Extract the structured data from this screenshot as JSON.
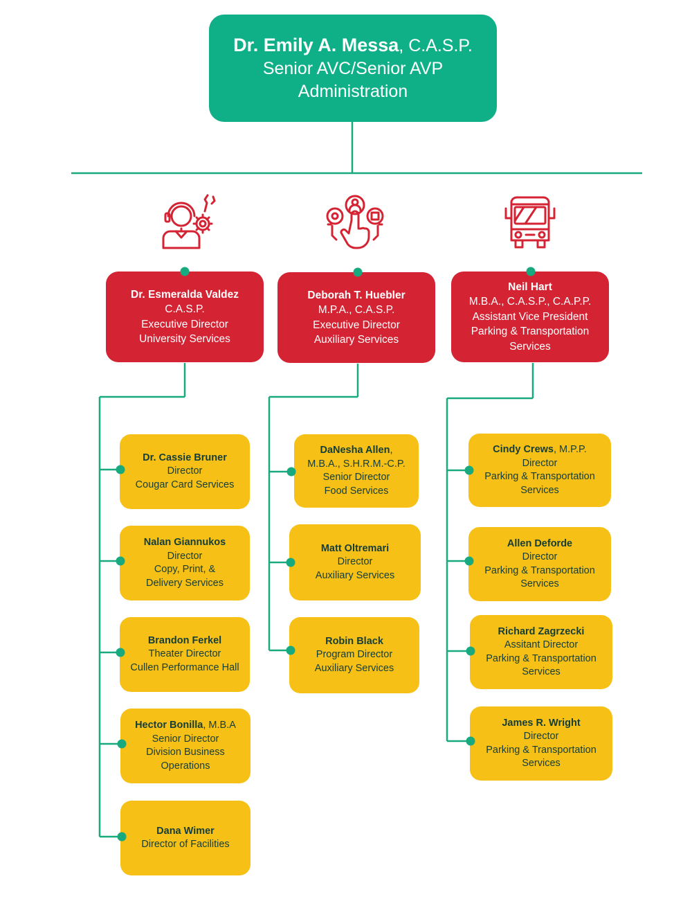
{
  "colors": {
    "green": "#0fb088",
    "red": "#d42333",
    "yellow": "#f6c016",
    "dark_text": "#153d37",
    "line": "#18a97f"
  },
  "top": {
    "name": "Dr. Emily A. Messa",
    "credentials": ", C.A.S.P.",
    "title": "Senior AVC/Senior AVP",
    "department": "Administration"
  },
  "columns": [
    {
      "icon": "support-technician-gear-icon",
      "head": {
        "name": "Dr. Esmeralda Valdez",
        "lines": [
          "C.A.S.P.",
          "Executive Director",
          "University Services"
        ]
      },
      "reports": [
        {
          "name": "Dr. Cassie Bruner",
          "lines": [
            "Director",
            "Cougar Card Services"
          ]
        },
        {
          "name": "Nalan Giannukos",
          "lines": [
            "Director",
            "Copy, Print, &",
            "Delivery Services"
          ]
        },
        {
          "name": "Brandon Ferkel",
          "lines": [
            "Theater Director",
            "Cullen Performance Hall"
          ]
        },
        {
          "name": "Hector Bonilla",
          "credentials": ", M.B.A",
          "lines": [
            "Senior Director",
            "Division Business",
            "Operations"
          ]
        },
        {
          "name": "Dana Wimer",
          "lines": [
            "Director of Facilities"
          ]
        }
      ]
    },
    {
      "icon": "hand-touch-services-icon",
      "head": {
        "name": "Deborah T. Huebler",
        "lines": [
          "M.P.A., C.A.S.P.",
          "Executive Director",
          "Auxiliary Services"
        ]
      },
      "reports": [
        {
          "name": "DaNesha Allen",
          "credentials": ",",
          "lines": [
            "M.B.A., S.H.R.M.-C.P.",
            "Senior Director",
            "Food Services"
          ]
        },
        {
          "name": "Matt Oltremari",
          "lines": [
            "Director",
            "Auxiliary Services"
          ]
        },
        {
          "name": "Robin Black",
          "lines": [
            "Program Director",
            "Auxiliary Services"
          ]
        }
      ]
    },
    {
      "icon": "bus-icon",
      "head": {
        "name": "Neil Hart",
        "lines": [
          "M.B.A., C.A.S.P., C.A.P.P.",
          "Assistant Vice President",
          "Parking & Transportation",
          "Services"
        ]
      },
      "reports": [
        {
          "name": "Cindy Crews",
          "credentials": ", M.P.P.",
          "lines": [
            "Director",
            "Parking & Transportation",
            "Services"
          ]
        },
        {
          "name": "Allen Deforde",
          "lines": [
            "Director",
            "Parking & Transportation",
            "Services"
          ]
        },
        {
          "name": "Richard Zagrzecki",
          "lines": [
            "Assitant Director",
            "Parking & Transportation",
            "Services"
          ]
        },
        {
          "name": "James R. Wright",
          "lines": [
            "Director",
            "Parking & Transportation",
            "Services"
          ]
        }
      ]
    }
  ]
}
